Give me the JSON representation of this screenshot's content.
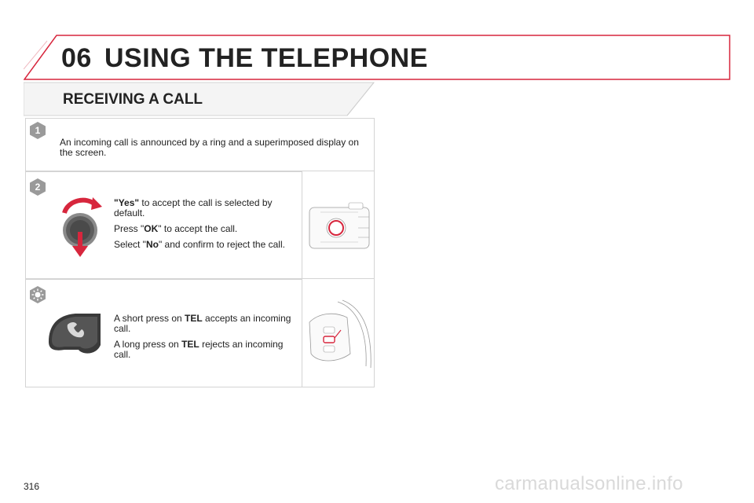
{
  "chapter": {
    "number": "06",
    "title": "USING THE TELEPHONE"
  },
  "section": {
    "title": "RECEIVING A CALL"
  },
  "steps": [
    {
      "badge": "1",
      "text": "An incoming call is announced by a ring and a superimposed display on the screen."
    },
    {
      "badge": "2",
      "lines": [
        {
          "bold": "\"Yes\"",
          "rest": " to accept the call is selected by default."
        },
        {
          "pre": "Press \"",
          "bold": "OK",
          "post": "\" to accept the call."
        },
        {
          "pre": "Select \"",
          "bold": "No",
          "post": "\" and confirm to reject the call."
        }
      ]
    },
    {
      "badge_icon": "sun-icon",
      "lines": [
        {
          "pre": "A short press on ",
          "bold": "TEL",
          "post": " accepts an incoming call."
        },
        {
          "pre": "A long press on ",
          "bold": "TEL",
          "post": " rejects an incoming call."
        }
      ]
    }
  ],
  "page_number": "316",
  "watermark": "carmanualsonline.info",
  "colors": {
    "accent": "#d7263d",
    "badge": "#9a9a9a",
    "panel_border": "#d4d4d4"
  }
}
